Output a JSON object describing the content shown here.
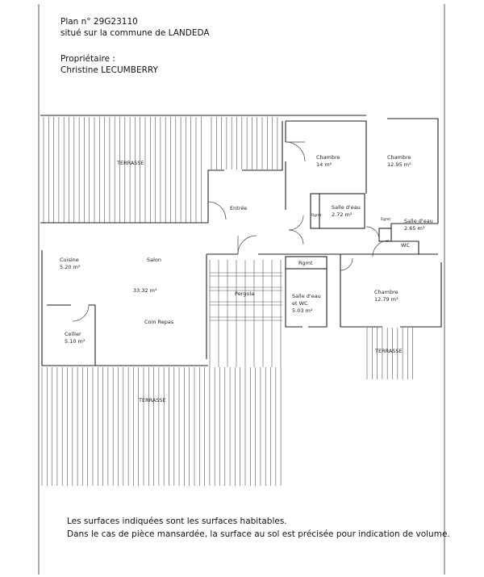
{
  "header": {
    "plan_number": "Plan n° 29G23110",
    "location": "situé sur la commune de LANDEDA",
    "owner_label": "Propriétaire :",
    "owner_name": "Christine LECUMBERRY"
  },
  "rooms": {
    "terrasse_top": "TERRASSE",
    "entree": "Entrée",
    "chambre1_name": "Chambre",
    "chambre1_area": "14 m²",
    "chambre2_name": "Chambre",
    "chambre2_area": "12.95 m²",
    "sde1_name": "Salle d'eau",
    "sde1_area": "2.72 m²",
    "rgmt1": "Rgmt",
    "rgmt2": "Rgmt",
    "sde2_name": "Salle d'eau",
    "sde2_area": "2.65 m²",
    "wc": "WC",
    "rgmt3": "Rgmt",
    "cuisine_name": "Cuisine",
    "cuisine_area": "5.20 m²",
    "salon_name": "Salon",
    "salon_area": "33.32 m²",
    "coin_repas": "Coin Repas",
    "cellier_name": "Cellier",
    "cellier_area": "5.10 m²",
    "pergola": "Pergola",
    "sde3_line1": "Salle d'eau",
    "sde3_line2": "et WC",
    "sde3_area": "5.03 m²",
    "chambre3_name": "Chambre",
    "chambre3_area": "12.79 m²",
    "terrasse_right": "TERRASSE",
    "terrasse_bottom": "TERRASSE"
  },
  "footer": {
    "line1": "Les surfaces indiquées sont les surfaces habitables.",
    "line2": "Dans le cas de pièce mansardée, la surface au sol est précisée pour indication de volume."
  }
}
